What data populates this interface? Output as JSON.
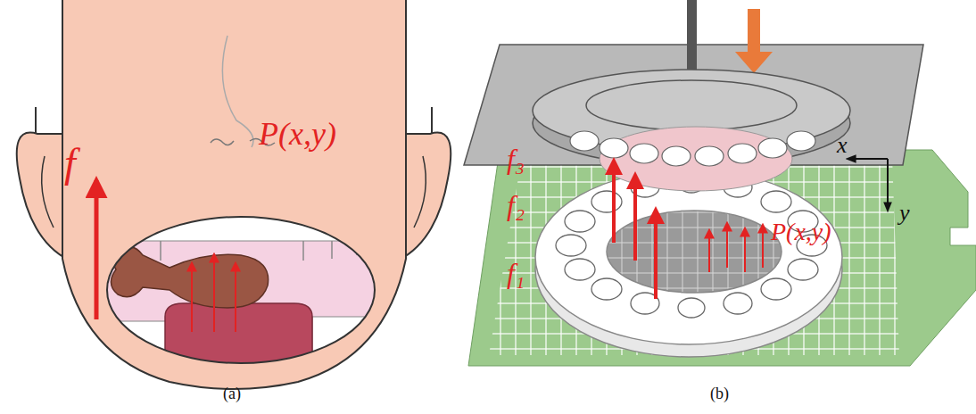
{
  "diagram": {
    "labels": [
      "f",
      "P(x,y)",
      "(a)",
      "f₃",
      "f₂",
      "f₁",
      "P(x,y)",
      "x",
      "y",
      "(b)"
    ]
  }
}
